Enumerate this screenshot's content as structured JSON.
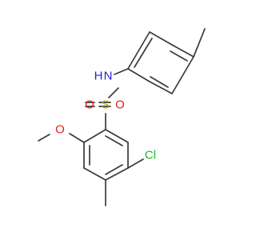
{
  "molecule": {
    "atoms": {
      "n": {
        "text": "N",
        "color": "#2323d8"
      },
      "h": {
        "text": "H",
        "color": "#2323d8"
      },
      "s": {
        "text": "S",
        "color": "#b5a515"
      },
      "o1": {
        "text": "O",
        "color": "#e0211c"
      },
      "o2": {
        "text": "O",
        "color": "#e0211c"
      },
      "o_methoxy": {
        "text": "O",
        "color": "#e0211c"
      },
      "cl": {
        "text": "Cl",
        "color": "#22b52a"
      }
    },
    "bond_color": "#3a3a3a"
  }
}
